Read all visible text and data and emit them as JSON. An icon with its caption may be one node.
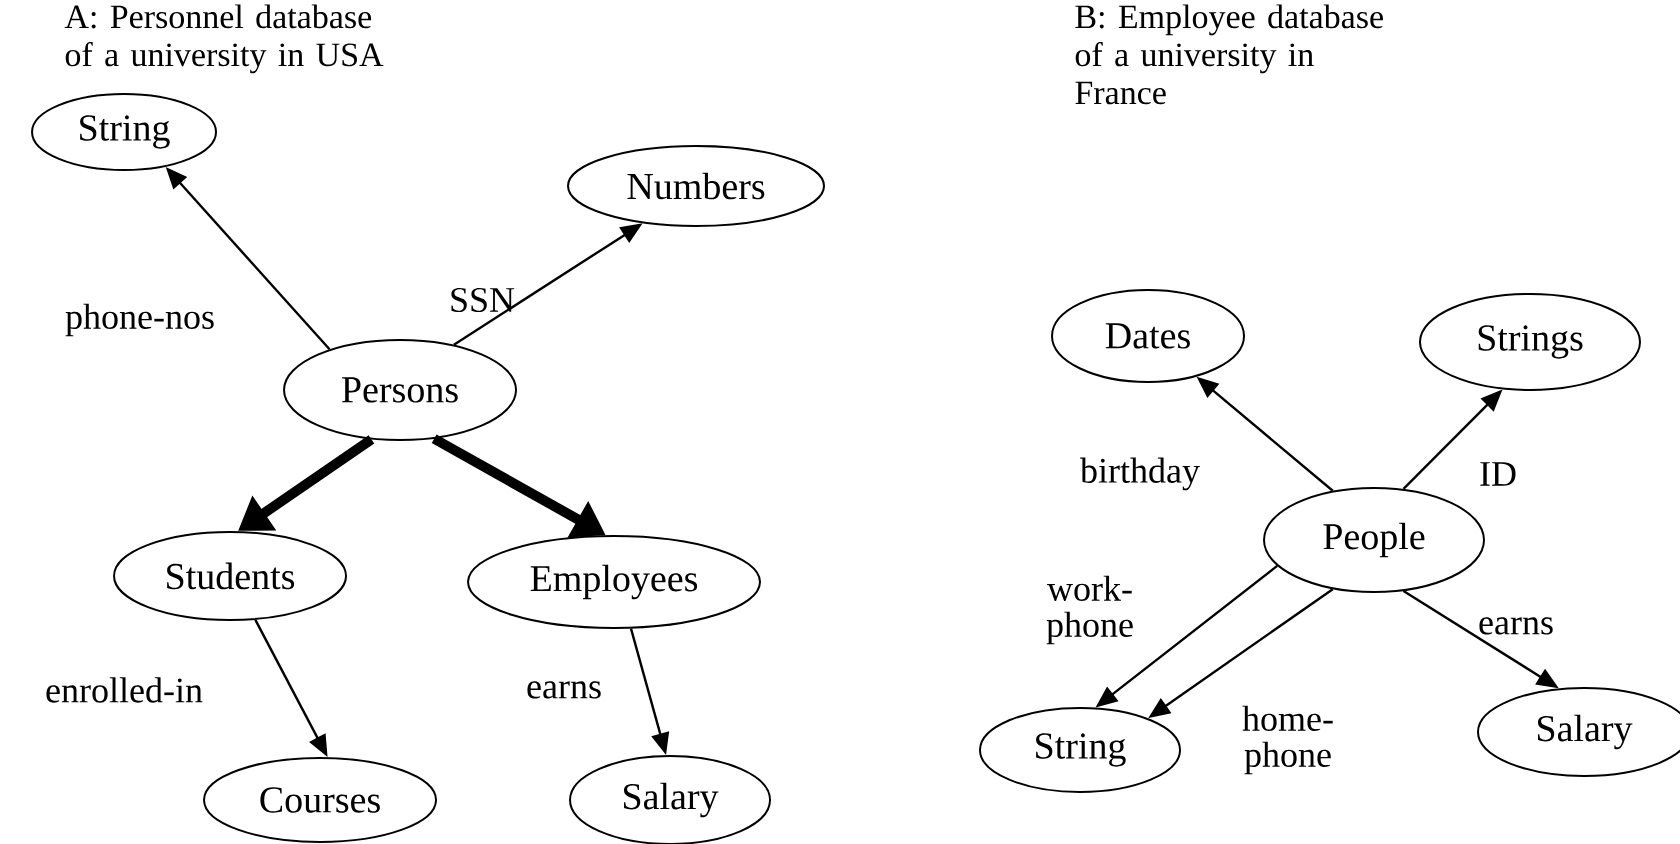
{
  "diagram": {
    "nodes": [
      {
        "text": [
          "String"
        ]
      },
      {
        "text": [
          "Numbers"
        ]
      },
      {
        "text": [
          "Persons"
        ]
      },
      {
        "text": [
          "Students"
        ]
      },
      {
        "text": [
          "Employees"
        ]
      },
      {
        "text": [
          "Courses"
        ]
      },
      {
        "text": [
          "Salary"
        ]
      },
      {
        "text": [
          "Dates"
        ]
      },
      {
        "text": [
          "Strings"
        ]
      },
      {
        "text": [
          "People"
        ]
      },
      {
        "text": [
          "String"
        ]
      },
      {
        "text": [
          "Salary"
        ]
      }
    ],
    "edges": [
      {
        "from": 2,
        "to": 0,
        "arrow": "to",
        "label": "phone-nos"
      },
      {
        "from": 2,
        "to": 1,
        "arrow": "to",
        "label": "SSN"
      },
      {
        "from": 2,
        "to": 3,
        "arrow": "to",
        "style": "thick"
      },
      {
        "from": 2,
        "to": 4,
        "arrow": "to",
        "style": "thick"
      },
      {
        "from": 3,
        "to": 5,
        "arrow": "to",
        "label": "enrolled-in"
      },
      {
        "from": 4,
        "to": 6,
        "arrow": "to",
        "label": "earns"
      },
      {
        "from": 9,
        "to": 7,
        "arrow": "to",
        "label": "birthday"
      },
      {
        "from": 9,
        "to": 8,
        "arrow": "to",
        "label": "ID"
      },
      {
        "from": 9,
        "to": 10,
        "arrow": "to",
        "label": "work- phone"
      },
      {
        "from": 9,
        "to": 10,
        "arrow": "to",
        "label": "home- phone"
      },
      {
        "from": 9,
        "to": 11,
        "arrow": "to",
        "label": "earns"
      }
    ],
    "labels": [
      "A: Personnel database of a university in USA",
      "B: Employee database of a university in France"
    ]
  }
}
